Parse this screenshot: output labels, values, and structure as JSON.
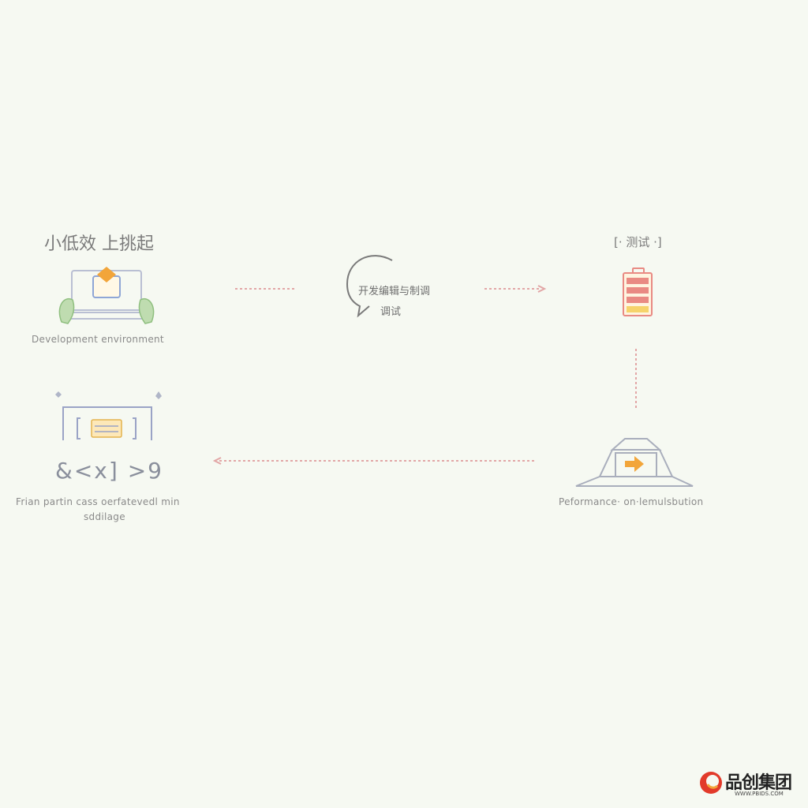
{
  "diagram": {
    "nodes": [
      {
        "id": "dev-env",
        "title": "小低效 上挑起",
        "label": "Development environment",
        "icon": "laptop-icon"
      },
      {
        "id": "chat",
        "bubble_line1": "开发编辑与制调",
        "bubble_line2": "调试",
        "icon": "speech-bubble-icon"
      },
      {
        "id": "server",
        "title": "[· 测试 ·]",
        "icon": "server-rack-icon"
      },
      {
        "id": "perf",
        "label": "Peformance· on·lemulsbution",
        "icon": "deploy-tent-icon"
      },
      {
        "id": "code",
        "label_line1": "Frian partin cass oerfatevedl min",
        "label_line2": "sddilage",
        "code_text": "&<x] >9",
        "icon": "code-window-icon"
      }
    ],
    "colors": {
      "background": "#f6f9f2",
      "arrow": "#e2a6a6",
      "icon_outline": "#9aa3b8",
      "accent_orange": "#f2a53a",
      "accent_yellow": "#f6d36b",
      "accent_green": "#a8cf98",
      "server_red": "#e98a83"
    }
  },
  "watermark": {
    "brand": "品创集团",
    "url": "WWW.PBIDS.COM",
    "icon": "brand-logo-icon"
  }
}
